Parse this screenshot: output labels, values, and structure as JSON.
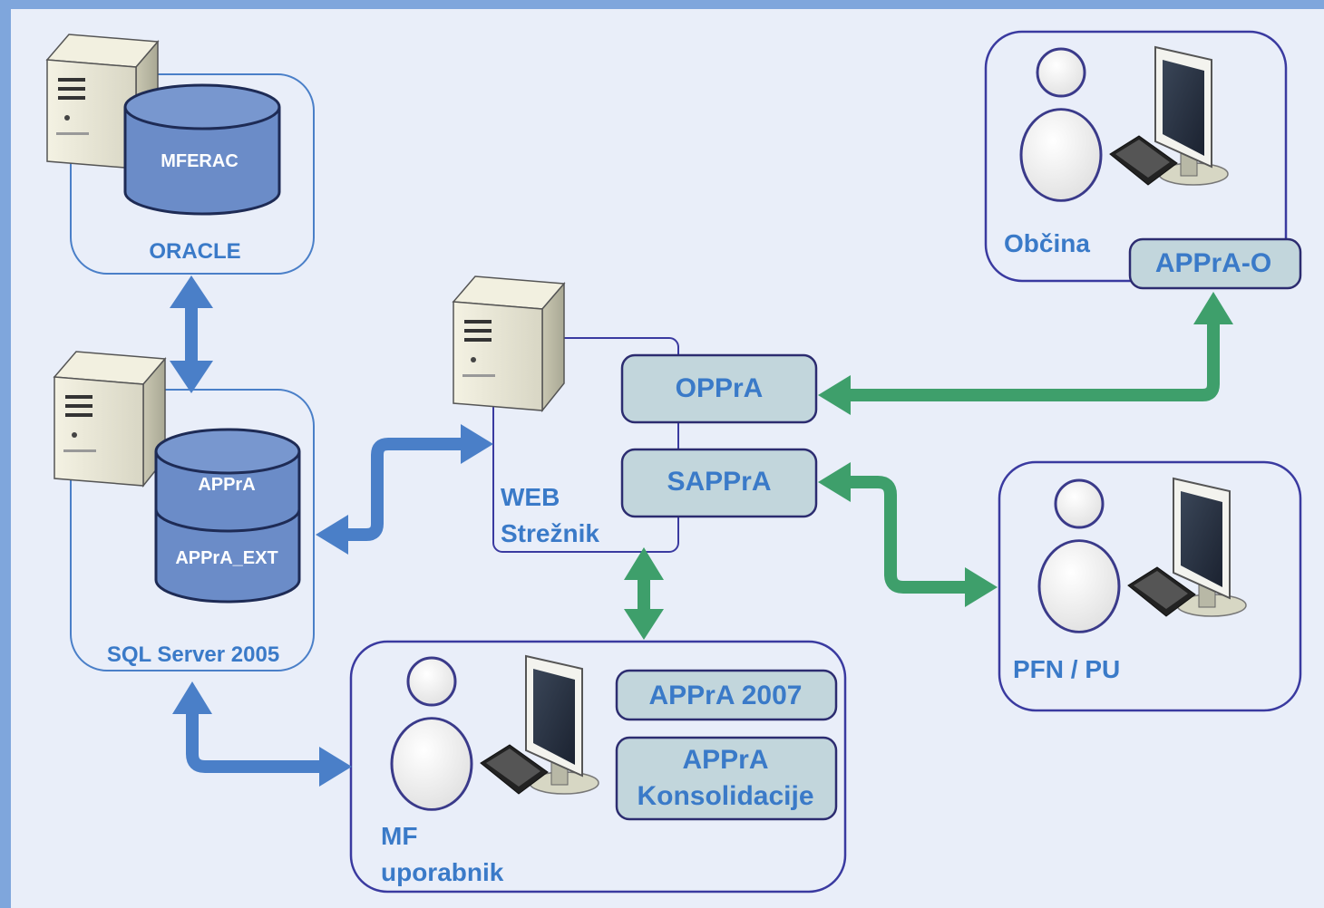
{
  "diagram": {
    "oracle": {
      "db": "MFERAC",
      "label": "ORACLE"
    },
    "sql": {
      "db_top": "APPrA",
      "db_bottom": "APPrA_EXT",
      "label": "SQL Server 2005"
    },
    "web": {
      "label_line1": "WEB",
      "label_line2": "Strežnik",
      "module_1": "OPPrA",
      "module_2": "SAPPrA"
    },
    "obcina": {
      "label": "Občina",
      "app": "APPrA-O"
    },
    "pfn": {
      "label": "PFN / PU"
    },
    "mf": {
      "label_line1": "MF",
      "label_line2": "uporabnik",
      "app_1": "APPrA 2007",
      "app_2_line1": "APPrA",
      "app_2_line2": "Konsolidacije"
    }
  },
  "colors": {
    "background_frame": "#7fa6dc",
    "panel": "#e9eef9",
    "container_border": "#3a3aa0",
    "db_fill": "#6b8cc8",
    "module_fill": "#c2d6dc",
    "blue_arrow": "#4a7fc8",
    "green_arrow": "#3e9f6b",
    "label_text": "#3a7ac8"
  },
  "icons": [
    "server-icon",
    "database-icon",
    "user-icon",
    "monitor-icon",
    "keyboard-icon"
  ]
}
